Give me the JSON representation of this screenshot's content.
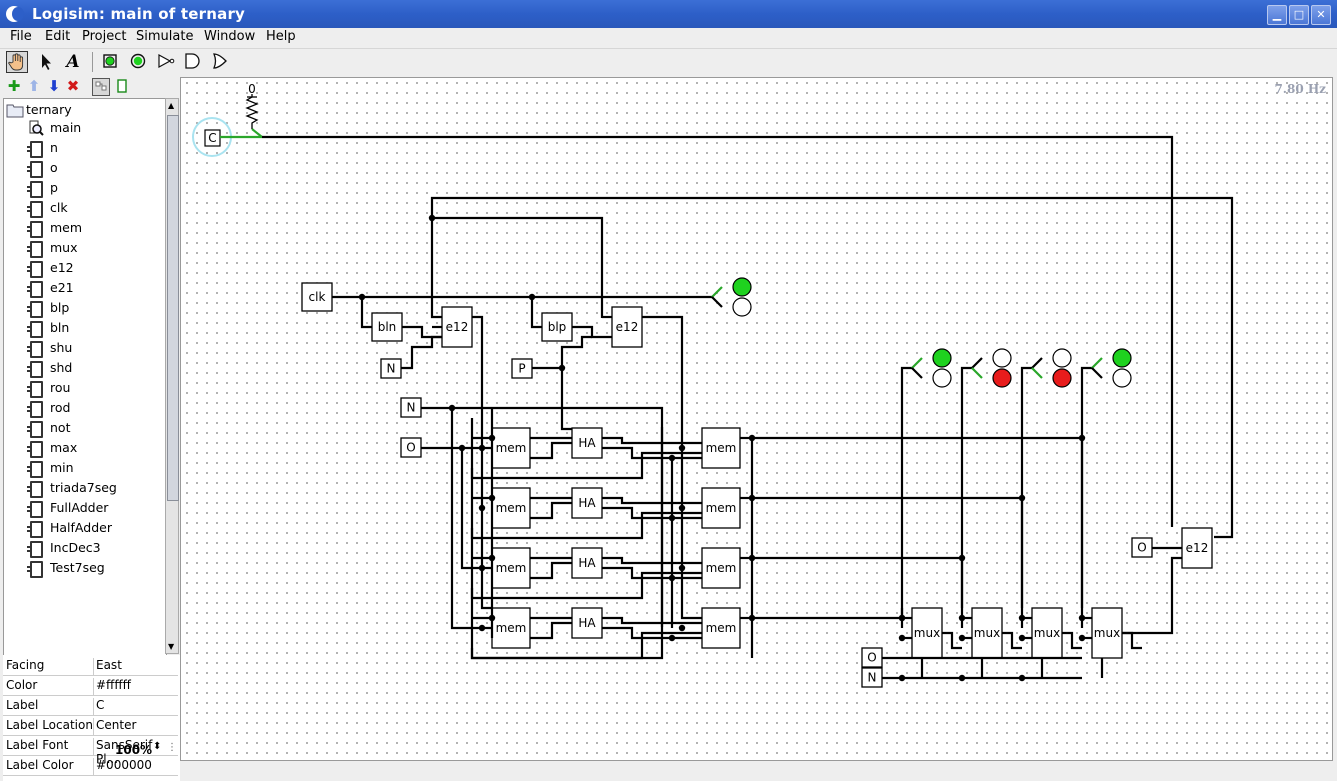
{
  "window": {
    "title": "Logisim: main of ternary",
    "controls": {
      "minimize": "▁",
      "maximize": "□",
      "close": "✕"
    }
  },
  "menu": [
    "File",
    "Edit",
    "Project",
    "Simulate",
    "Window",
    "Help"
  ],
  "toolbar": {
    "tools": [
      "hand-poke-icon",
      "arrow-select-icon",
      "text-tool-icon",
      "input-pin-icon",
      "output-pin-icon",
      "not-gate-icon",
      "and-gate-icon",
      "or-gate-icon"
    ]
  },
  "project_toolbar": [
    "add-circuit-icon",
    "move-up-icon",
    "move-down-icon",
    "delete-circuit-icon",
    "layout-view-icon",
    "appearance-view-icon"
  ],
  "tree": {
    "root": "ternary",
    "items": [
      "main",
      "n",
      "o",
      "p",
      "clk",
      "mem",
      "mux",
      "e12",
      "e21",
      "blp",
      "bln",
      "shu",
      "shd",
      "rou",
      "rod",
      "not",
      "max",
      "min",
      "triada7seg",
      "FullAdder",
      "HalfAdder",
      "IncDec3",
      "Test7seg"
    ]
  },
  "attributes": [
    {
      "key": "Facing",
      "value": "East"
    },
    {
      "key": "Color",
      "value": "#ffffff"
    },
    {
      "key": "Label",
      "value": "C"
    },
    {
      "key": "Label Location",
      "value": "Center"
    },
    {
      "key": "Label Font",
      "value": "SansSerif Pl..."
    },
    {
      "key": "Label Color",
      "value": "#000000"
    }
  ],
  "zoom": "100%",
  "canvas": {
    "frequency": "7.80 Hz",
    "clock_label": "C",
    "pull_value": "0",
    "labels": {
      "clk": "clk",
      "bln": "bln",
      "blp": "blp",
      "e12": "e12",
      "mem": "mem",
      "ha": "HA",
      "mux": "mux",
      "pin_n": "N",
      "pin_o": "O",
      "pin_p": "P"
    }
  },
  "colors": {
    "led_green": "#1fd21f",
    "led_red": "#e81c1c",
    "wire": "#000000",
    "wire_active": "#2aa62a"
  }
}
